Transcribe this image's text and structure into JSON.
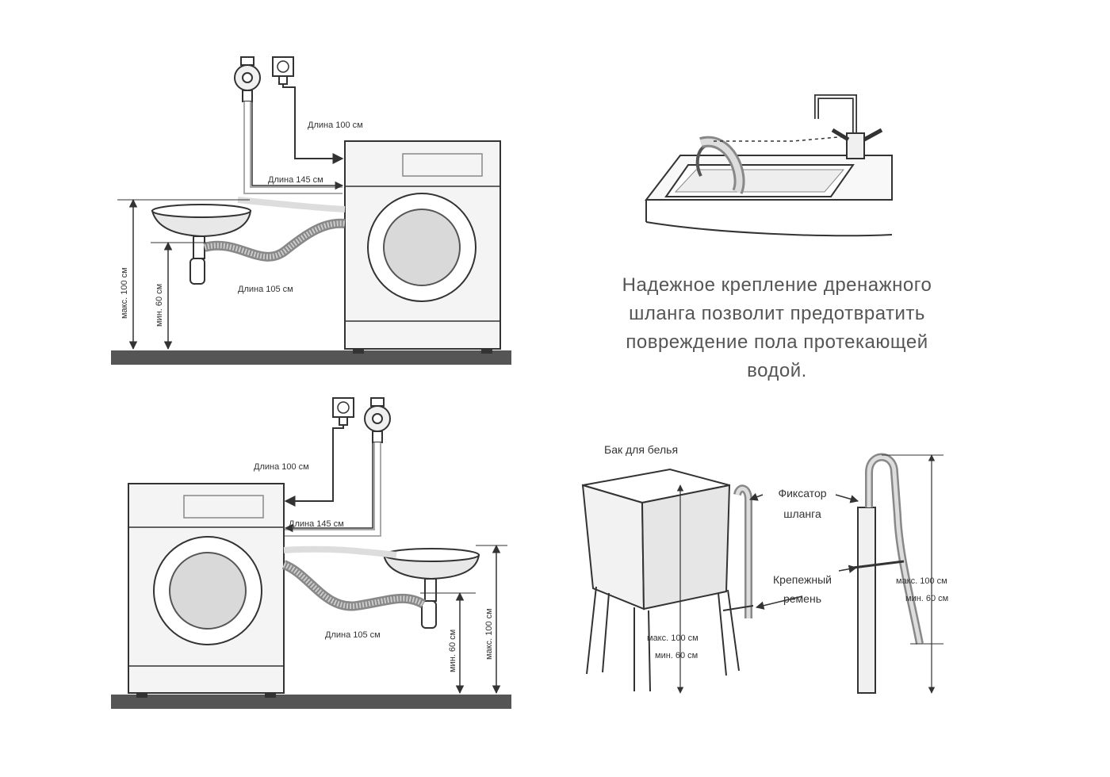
{
  "colors": {
    "line": "#333333",
    "floor": "#555555",
    "hose_light": "#cccccc",
    "hose_dark": "#888888",
    "machine_fill": "#f4f4f4",
    "door_glass": "#d9d9d9",
    "caption": "#555555"
  },
  "caption": {
    "lines": [
      "Надежное крепление дренажного",
      "шланга позволит предотвратить",
      "повреждение пола протекающей",
      "водой."
    ]
  },
  "top_scene": {
    "len_100": "Длина 100 см",
    "len_145": "Длина 145 см",
    "len_105": "Длина 105 см",
    "max_100": "макс. 100 см",
    "min_60": "мин. 60 см"
  },
  "bottom_scene": {
    "len_100": "Длина 100 см",
    "len_145": "Длина 145 см",
    "len_105": "Длина 105 см",
    "max_100": "макс. 100 см",
    "min_60": "мин. 60 см"
  },
  "tub_scene": {
    "title": "Бак для белья",
    "clip_line1": "Фиксатор",
    "clip_line2": "шланга",
    "strap_line1": "Крепежный",
    "strap_line2": "ремень",
    "tub_max": "макс. 100 см",
    "tub_min": "мин. 60 см",
    "pipe_max": "макс. 100 см",
    "pipe_min": "мин. 60 см"
  },
  "icons": [
    "water-tap-icon",
    "electrical-socket-icon",
    "sink-faucet-icon"
  ]
}
